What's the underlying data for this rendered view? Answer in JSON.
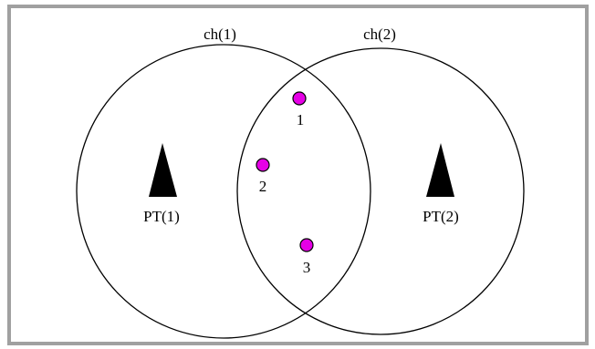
{
  "channels": [
    {
      "label": "ch(1)"
    },
    {
      "label": "ch(2)"
    }
  ],
  "transmitters": [
    {
      "label": "PT(1)",
      "icon": "triangle-antenna-icon"
    },
    {
      "label": "PT(2)",
      "icon": "triangle-antenna-icon"
    }
  ],
  "users": [
    {
      "label": "1"
    },
    {
      "label": "2"
    },
    {
      "label": "3"
    }
  ],
  "colors": {
    "frame": "#a0a0a0",
    "circle_stroke": "#000000",
    "user_fill": "#e600e6",
    "transmitter_fill": "#000000"
  }
}
